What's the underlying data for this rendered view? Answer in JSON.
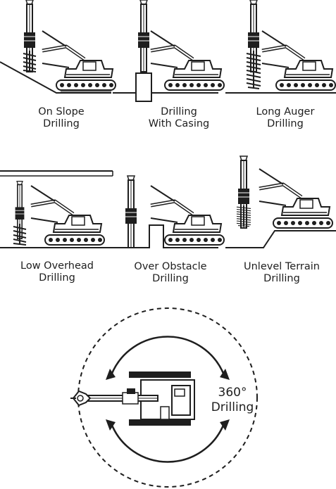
{
  "captions": [
    {
      "line1": "On Slope",
      "line2": "Drilling"
    },
    {
      "line1": "Drilling",
      "line2": "With Casing"
    },
    {
      "line1": "Long Auger",
      "line2": "Drilling"
    },
    {
      "line1": "Low Overhead",
      "line2": "Drilling"
    },
    {
      "line1": "Over Obstacle",
      "line2": "Drilling"
    },
    {
      "line1": "Unlevel Terrain",
      "line2": "Drilling"
    }
  ],
  "rotation": {
    "line1": "360°",
    "line2": "Drilling"
  },
  "colors": {
    "ink": "#1e1e1e",
    "fill": "#ffffff"
  }
}
